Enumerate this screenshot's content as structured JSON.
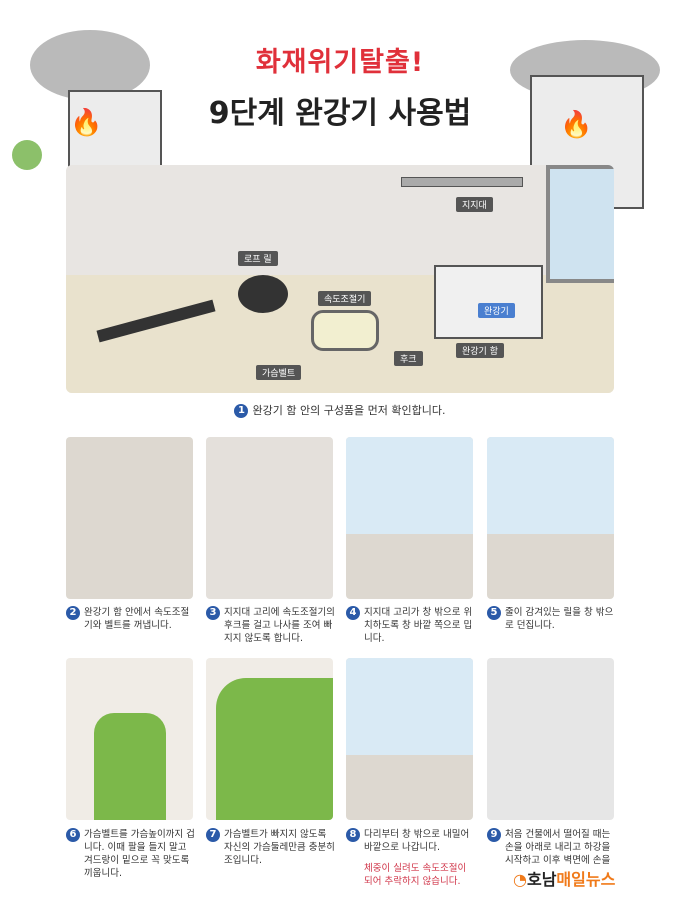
{
  "title_line1": "화재위기탈출!",
  "title_line2": "9단계 완강기 사용법",
  "main_labels": {
    "rope_reel": "로프 릴",
    "speed_controller": "속도조절기",
    "support": "지지대",
    "hook": "후크",
    "chest_belt": "가슴벨트",
    "case": "완강기 함",
    "case_tag": "완강기"
  },
  "steps": [
    {
      "num": "1",
      "text": "완강기 함 안의 구성품을 먼저 확인합니다."
    },
    {
      "num": "2",
      "text": "완강기 함 안에서 속도조절기와 벨트를 꺼냅니다."
    },
    {
      "num": "3",
      "text": "지지대 고리에 속도조절기의 후크를 걸고 나사를 조여 빠지지 않도록 합니다."
    },
    {
      "num": "4",
      "text": "지지대 고리가 창 밖으로 위치하도록 창 바깥 쪽으로 밉니다."
    },
    {
      "num": "5",
      "text": "줄이 감겨있는 릴을 창 밖으로 던집니다."
    },
    {
      "num": "6",
      "text": "가슴벨트를 가슴높이까지 겁니다. 이때 팔을 들지 말고 겨드랑이 밑으로 꼭 맞도록 끼웁니다."
    },
    {
      "num": "7",
      "text": "가슴벨트가 빠지지 않도록 자신의 가슴둘레만큼 충분히 조입니다."
    },
    {
      "num": "8",
      "text": "다리부터 창 밖으로 내밀어 바깥으로 나갑니다.",
      "note": "체중이 실려도 속도조절이 되어 추락하지 않습니다."
    },
    {
      "num": "9",
      "text": "처음 건물에서 떨어질 때는 손을 아래로 내리고 하강을 시작하고 이후 벽면에 손을"
    }
  ],
  "watermark": {
    "part1": "호남",
    "part2": "매일뉴스"
  }
}
